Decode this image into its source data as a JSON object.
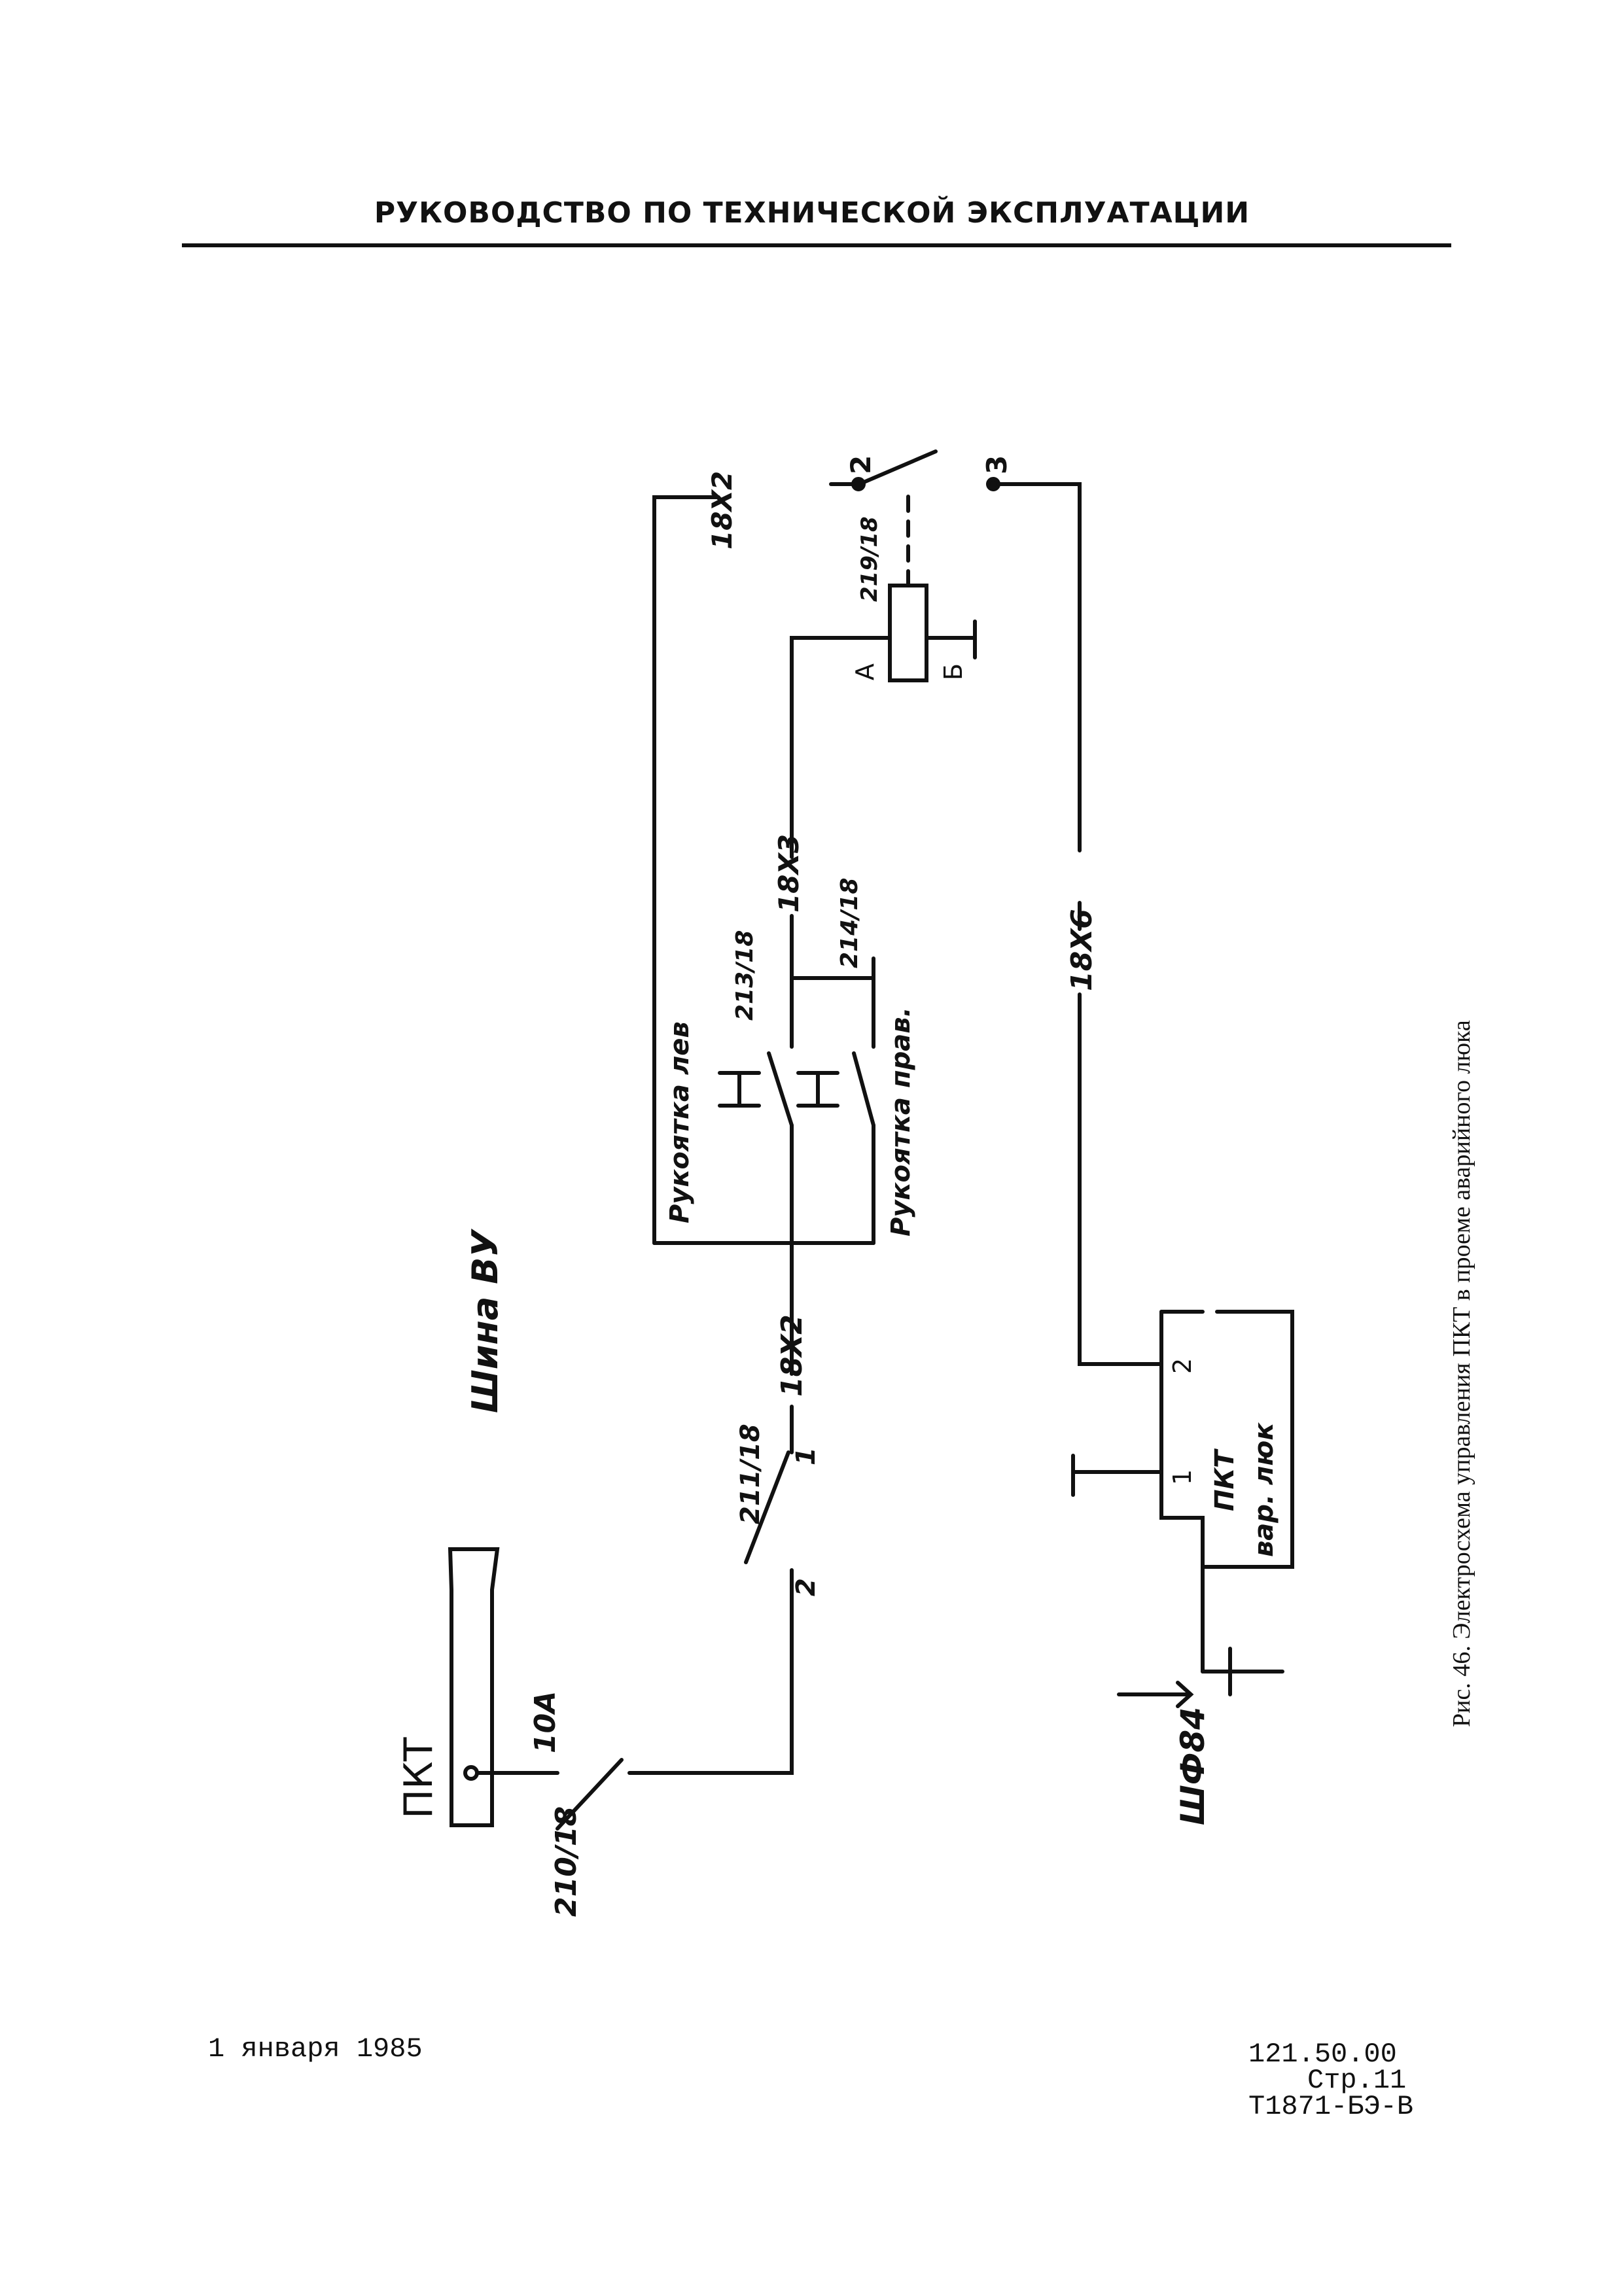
{
  "header": {
    "title": "РУКОВОДСТВО ПО ТЕХНИЧЕСКОЙ ЭКСПЛУАТАЦИИ"
  },
  "schematic": {
    "pkt": "ПКТ",
    "fuse_10a": "10А",
    "wire_210": "210/18",
    "sw_1": "1",
    "sw_2": "2",
    "wire_211": "211/18",
    "bus": "Шина ВУ",
    "conn_18x2": "18Х2",
    "handle_lev": "Рукоятка лев",
    "handle_prav": "Рукоятка прав.",
    "wire_213": "213/18",
    "wire_214": "214/18",
    "conn_18x3": "18Х3",
    "term_a": "А",
    "term_b": "Б",
    "wire_219": "219/18",
    "relay_2": "2",
    "relay_3": "3",
    "conn_18x2_top": "18Х2",
    "conn_18x6": "18Х6",
    "shf84": "ШФ84",
    "pkt_var_1": "ПКТ",
    "pkt_var_2": "вар. люк",
    "pkt_pin_1": "1",
    "pkt_pin_2": "2"
  },
  "caption": "Рис. 46. Электросхема управления ПКТ в проеме аварийного люка",
  "footer": {
    "date": "1 января 1985",
    "doc_number": "121.50.00",
    "page": "Стр.11",
    "code": "Т1871-БЭ-В"
  }
}
